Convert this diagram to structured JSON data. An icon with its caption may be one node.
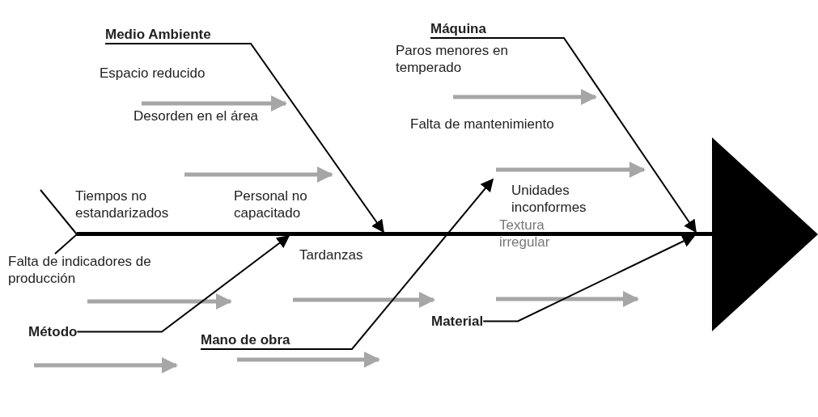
{
  "diagram": {
    "nodes": [
      {
        "text": [
          "Medio Ambiente"
        ]
      },
      {
        "text": [
          "Máquina"
        ]
      },
      {
        "text": [
          "Método"
        ]
      },
      {
        "text": [
          "Mano de obra"
        ]
      },
      {
        "text": [
          "Material"
        ]
      },
      {
        "text": [],
        "shape": "bar"
      },
      {
        "text": [],
        "shape": "triangle"
      }
    ],
    "edges": [
      {
        "from": 0,
        "to": 5,
        "arrow": "to"
      },
      {
        "from": 1,
        "to": 5,
        "arrow": "to"
      },
      {
        "from": 2,
        "to": 5,
        "arrow": "to"
      },
      {
        "from": 3,
        "to": 5,
        "arrow": "to"
      },
      {
        "from": 4,
        "to": 5,
        "arrow": "to"
      },
      {
        "from": 5,
        "to": 6,
        "arrow": "none",
        "style": "thick"
      }
    ],
    "labels": [
      "Paros menores en temperado",
      "Espacio reducido",
      "Desorden en el área",
      "Falta de mantenimiento",
      "Tiempos no estandarizados",
      "Personal no capacitado",
      "Unidades inconformes",
      "Textura irregular",
      "Falta de indicadores de producción",
      "Tardanzas"
    ]
  }
}
